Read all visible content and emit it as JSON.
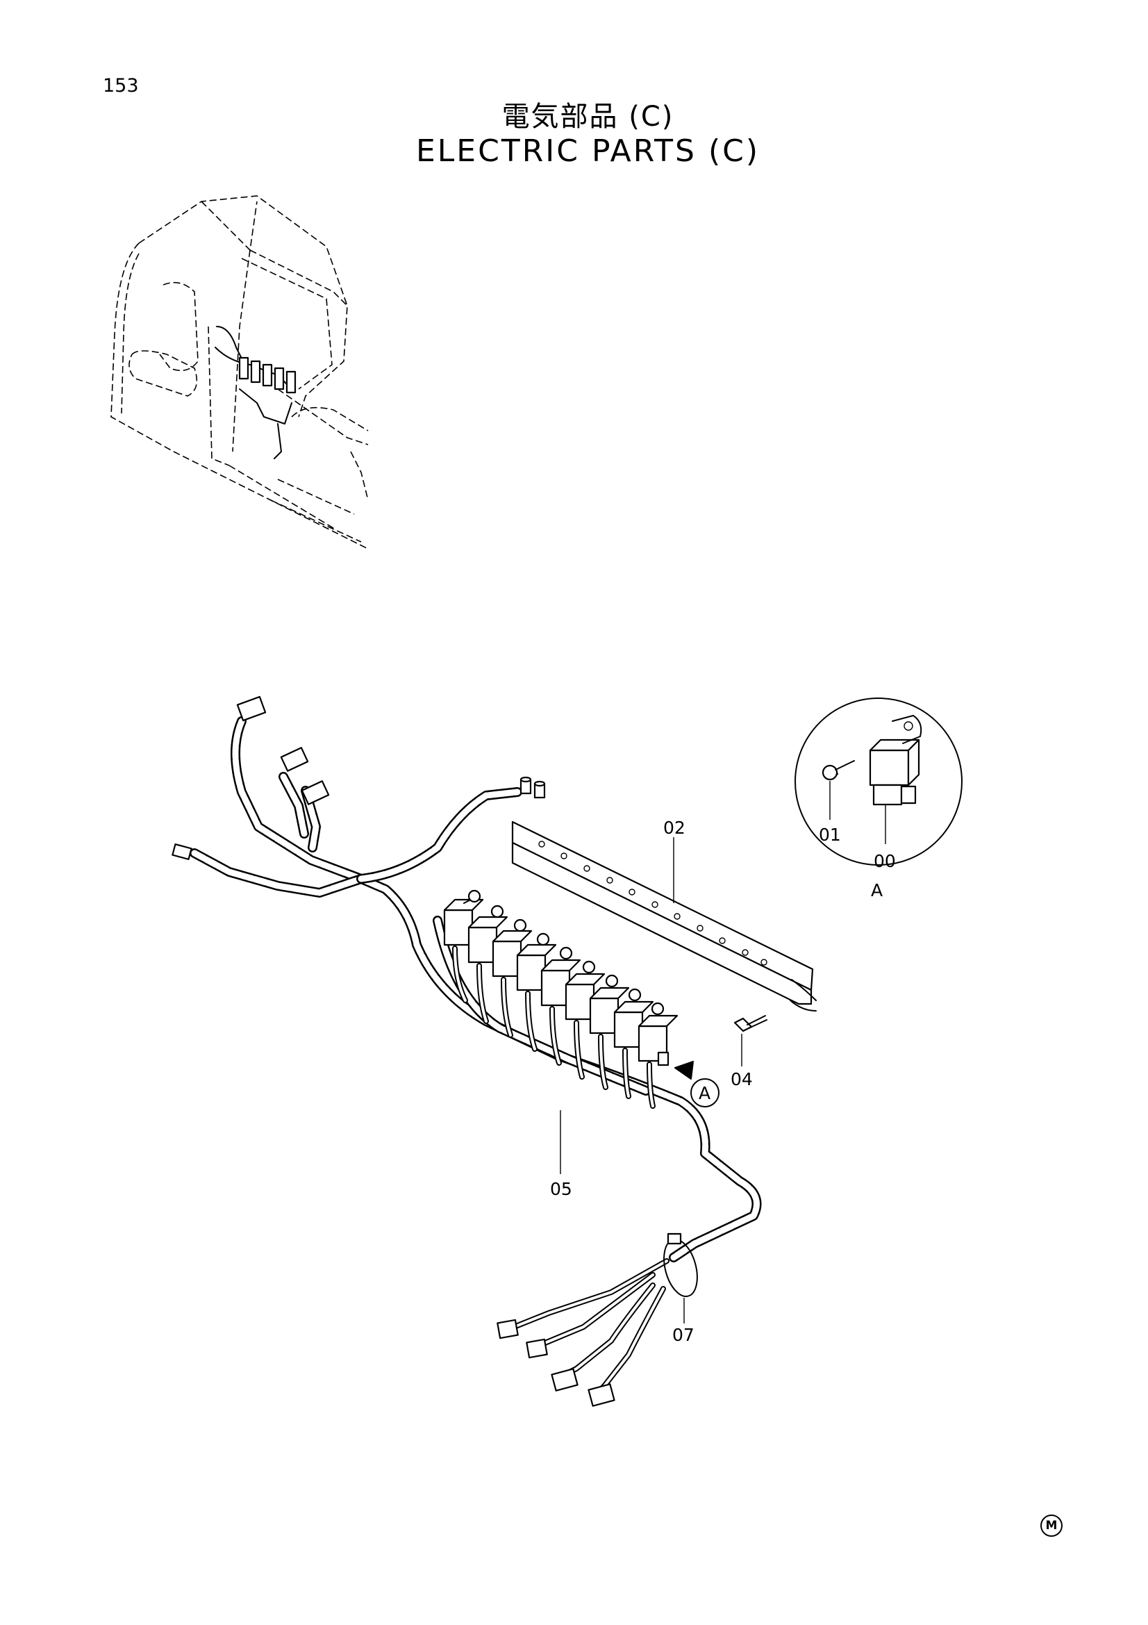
{
  "page_number": "153",
  "title_jp": "電気部品 (C)",
  "title_en": "ELECTRIC PARTS (C)",
  "callouts": {
    "p02": "02",
    "p04": "04",
    "p05": "05",
    "p07": "07",
    "p01": "01",
    "p00": "00",
    "detail": "A",
    "ref": "A"
  },
  "trademark": "M"
}
